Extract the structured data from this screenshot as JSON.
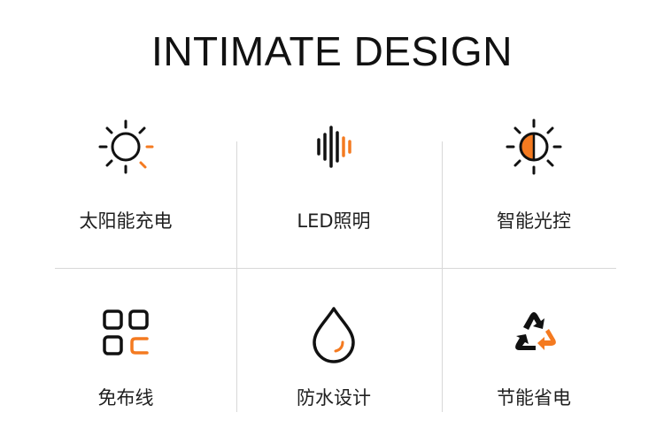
{
  "title": "INTIMATE DESIGN",
  "features": [
    {
      "label": "太阳能充电",
      "icon": "sun-icon"
    },
    {
      "label": "LED照明",
      "icon": "sound-wave-icon"
    },
    {
      "label": "智能光控",
      "icon": "half-sun-icon"
    },
    {
      "label": "免布线",
      "icon": "grid-icon"
    },
    {
      "label": "防水设计",
      "icon": "water-drop-icon"
    },
    {
      "label": "节能省电",
      "icon": "recycle-icon"
    }
  ],
  "colors": {
    "accent": "#f47a20",
    "text": "#1a1a1a",
    "divider": "#d8d8d8"
  }
}
